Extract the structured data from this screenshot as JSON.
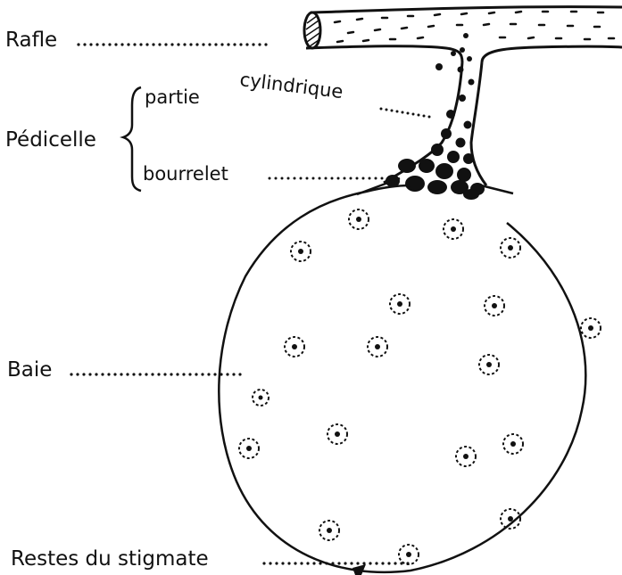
{
  "labels": {
    "rafle": "Rafle",
    "pedicelle": "Pédicelle",
    "partie": "partie",
    "cylindrique": "cylindrique",
    "bourrelet": "bourrelet",
    "baie": "Baie",
    "restes_du_stigmate": "Restes du stigmate"
  },
  "colors": {
    "ink": "#111111",
    "paper": "#ffffff"
  }
}
